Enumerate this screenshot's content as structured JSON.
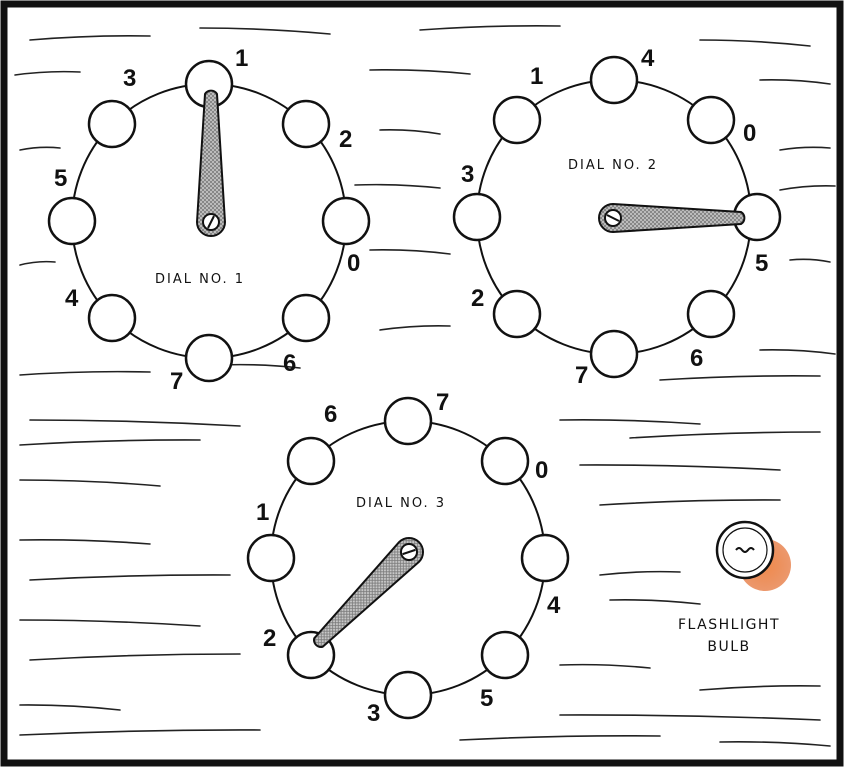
{
  "colors": {
    "frame": "#111111",
    "background": "#ffffff",
    "pointer_fill": "#b9b9b9",
    "bulb_glow": "#e5763c"
  },
  "dials": [
    {
      "label": "DIAL NO. 1",
      "numbers": [
        "1",
        "2",
        "0",
        "6",
        "7",
        "4",
        "5",
        "3"
      ],
      "pointer_at": "1"
    },
    {
      "label": "DIAL NO. 2",
      "numbers": [
        "4",
        "0",
        "5",
        "6",
        "7",
        "2",
        "3",
        "1"
      ],
      "pointer_at": "5"
    },
    {
      "label": "DIAL NO. 3",
      "numbers": [
        "7",
        "0",
        "4",
        "5",
        "3",
        "2",
        "1",
        "6"
      ],
      "pointer_at": "2"
    }
  ],
  "bulb": {
    "label_line1": "FLASHLIGHT",
    "label_line2": "BULB"
  }
}
